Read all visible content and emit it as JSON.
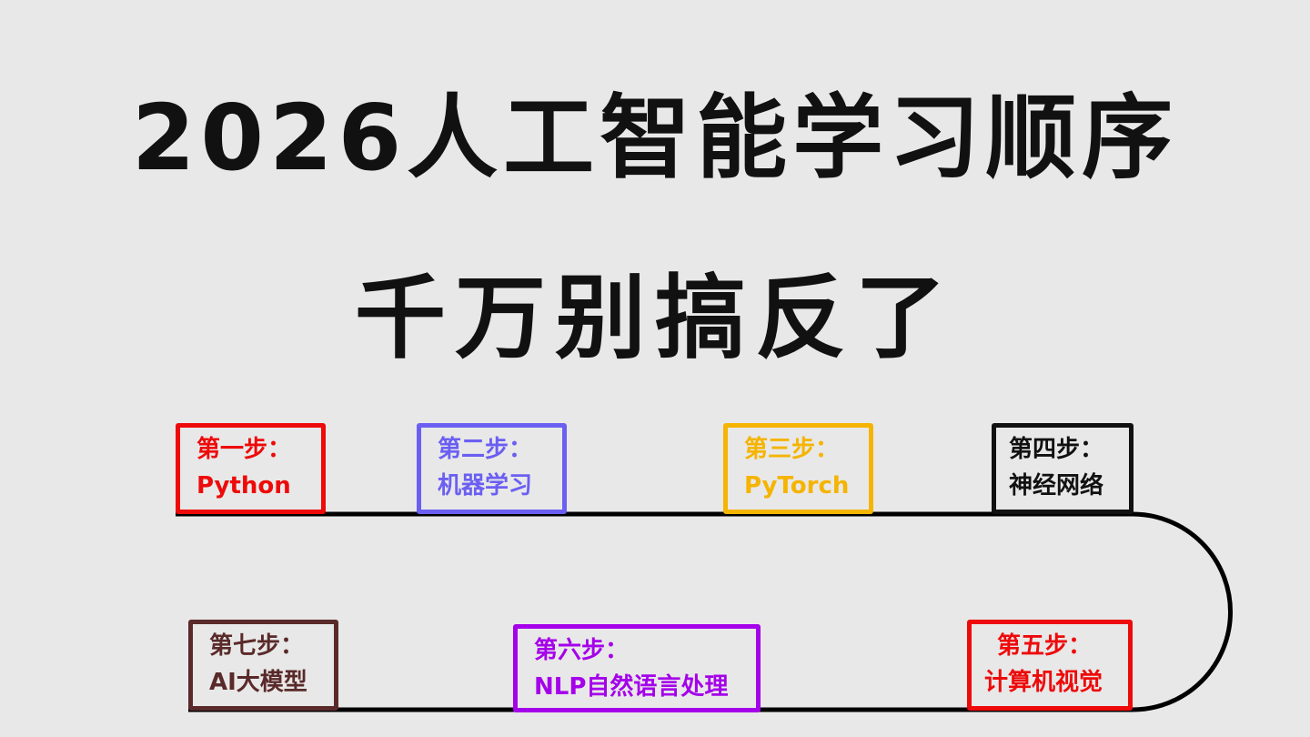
{
  "title": {
    "line1": "2026人工智能学习顺序",
    "line2": "千万别搞反了"
  },
  "steps": [
    {
      "step": "第一步：",
      "topic": "Python",
      "color": "#ee0a0a"
    },
    {
      "step": "第二步：",
      "topic": "机器学习",
      "color": "#6b5ff2"
    },
    {
      "step": "第三步：",
      "topic": "PyTorch",
      "color": "#f5b400"
    },
    {
      "step": "第四步：",
      "topic": "神经网络",
      "color": "#111111"
    },
    {
      "step": "第五步：",
      "topic": "计算机视觉",
      "color": "#ee0a0a"
    },
    {
      "step": "第六步：",
      "topic": "NLP自然语言处理",
      "color": "#a500ea"
    },
    {
      "step": "第七步：",
      "topic": "AI大模型",
      "color": "#5a2a2a"
    }
  ]
}
